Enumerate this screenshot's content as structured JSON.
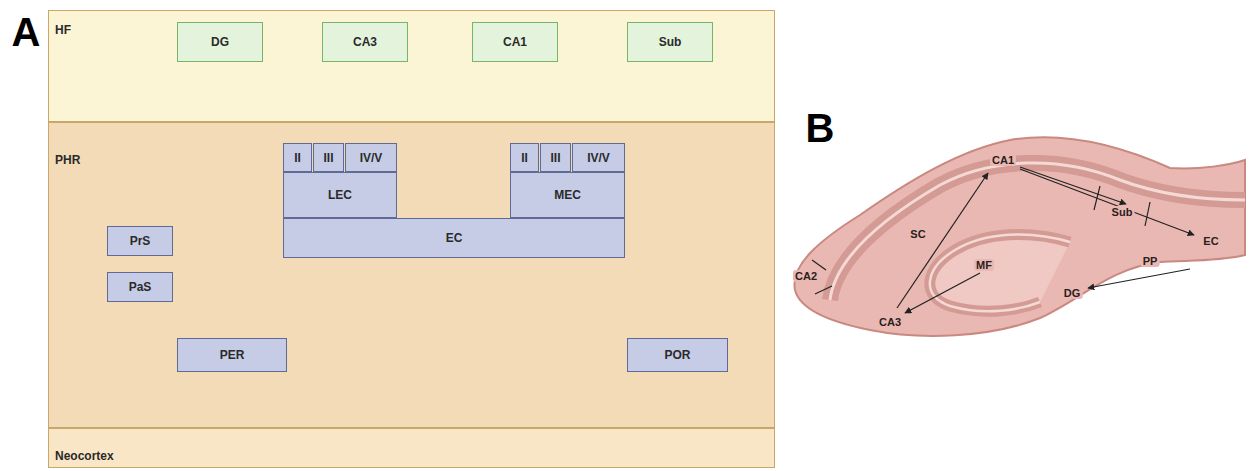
{
  "diagram": {
    "nodes": [
      {
        "text": [
          "HF"
        ]
      },
      {
        "text": [
          "PHR"
        ]
      },
      {
        "text": [
          "Neocortex"
        ]
      },
      {
        "text": [
          "DG"
        ],
        "in": 0
      },
      {
        "text": [
          "CA3"
        ],
        "in": 0
      },
      {
        "text": [
          "CA1"
        ],
        "in": 0
      },
      {
        "text": [
          "Sub"
        ],
        "in": 0
      },
      {
        "text": [
          "II"
        ],
        "in": 1
      },
      {
        "text": [
          "III"
        ],
        "in": 1
      },
      {
        "text": [
          "IV/V"
        ],
        "in": 1
      },
      {
        "text": [
          "LEC"
        ],
        "in": 1
      },
      {
        "text": [
          "II"
        ],
        "in": 1
      },
      {
        "text": [
          "III"
        ],
        "in": 1
      },
      {
        "text": [
          "IV/V"
        ],
        "in": 1
      },
      {
        "text": [
          "MEC"
        ],
        "in": 1
      },
      {
        "text": [
          "EC"
        ],
        "in": 1
      },
      {
        "text": [
          "PrS"
        ],
        "in": 1
      },
      {
        "text": [
          "PaS"
        ],
        "in": 1
      },
      {
        "text": [
          "PER"
        ],
        "in": 1
      },
      {
        "text": [
          "POR"
        ],
        "in": 1
      }
    ],
    "edges": [
      {
        "from": 0,
        "to": 1,
        "arrow": "both"
      },
      {
        "from": 1,
        "to": 2,
        "arrow": "both"
      },
      {
        "from": 3,
        "to": 4,
        "arrow": "to"
      },
      {
        "from": 4,
        "to": 5,
        "arrow": "to"
      },
      {
        "from": 5,
        "to": 6,
        "arrow": "to"
      },
      {
        "from": 7,
        "to": 3,
        "arrow": "to"
      },
      {
        "from": 7,
        "to": 4,
        "arrow": "to"
      },
      {
        "from": 11,
        "to": 3,
        "arrow": "to"
      },
      {
        "from": 11,
        "to": 4,
        "arrow": "to"
      },
      {
        "from": 8,
        "to": 5,
        "arrow": "to"
      },
      {
        "from": 8,
        "to": 6,
        "arrow": "to"
      },
      {
        "from": 12,
        "to": 5,
        "arrow": "to"
      },
      {
        "from": 12,
        "to": 6,
        "arrow": "to"
      },
      {
        "from": 6,
        "to": 9,
        "arrow": "to"
      },
      {
        "from": 6,
        "to": 13,
        "arrow": "to"
      },
      {
        "from": 10,
        "to": 14,
        "arrow": "both"
      },
      {
        "from": 16,
        "to": 15,
        "arrow": "to"
      },
      {
        "from": 10,
        "to": 18,
        "arrow": "both"
      },
      {
        "from": 14,
        "to": 19,
        "arrow": "both"
      },
      {
        "from": 18,
        "to": 19,
        "arrow": "both"
      },
      {
        "from": 18,
        "to": 6,
        "arrow": "to"
      },
      {
        "from": 19,
        "to": 6,
        "arrow": "to"
      }
    ],
    "labels": [
      "A",
      "B",
      "CA1",
      "Sub",
      "EC",
      "SC",
      "CA2",
      "CA3",
      "MF",
      "PP",
      "DG"
    ]
  }
}
